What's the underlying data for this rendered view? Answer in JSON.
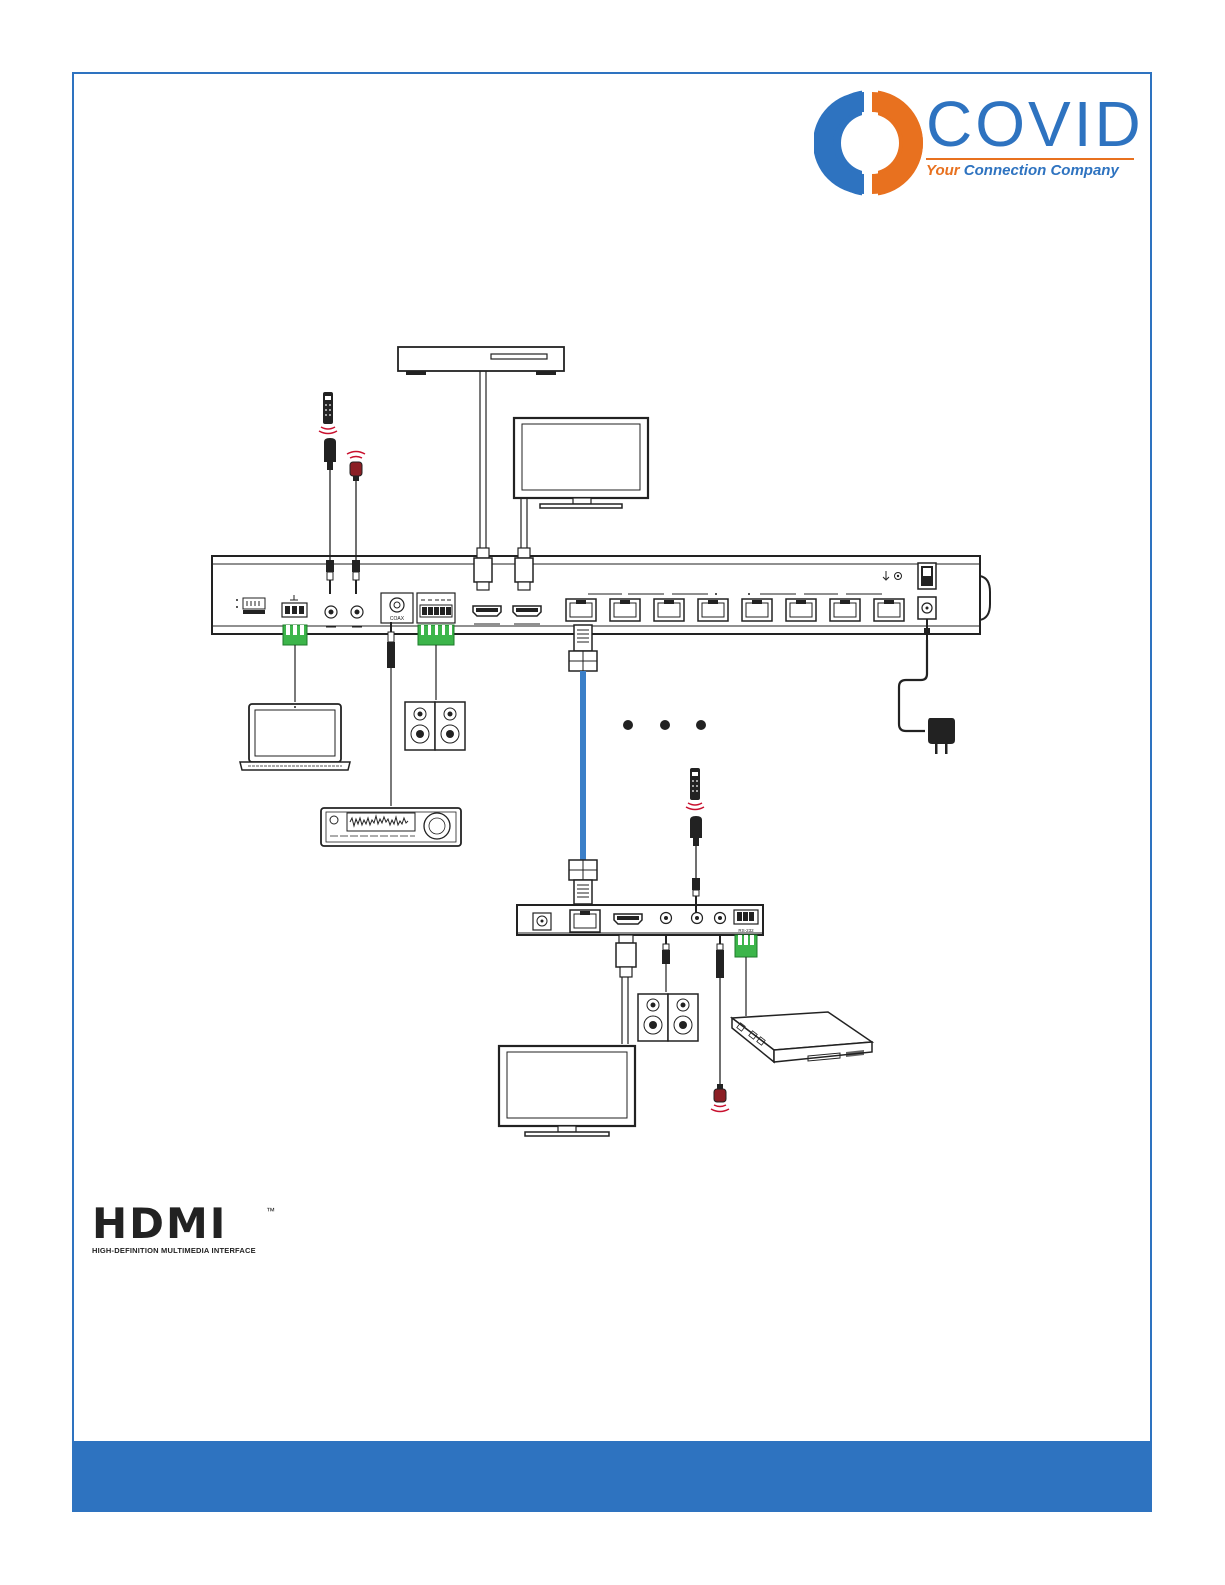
{
  "brand": {
    "name": "COVID",
    "tagline_word1": "Your",
    "tagline_rest": " Connection Company",
    "colors": {
      "blue": "#2e73c0",
      "orange": "#e8711f"
    }
  },
  "hdmi_logo": {
    "wordmark": "HDMI",
    "trademark": "™",
    "subtitle": "HIGH-DEFINITION MULTIMEDIA INTERFACE"
  },
  "labels": {
    "coax_port": "COAX",
    "rs232_port": "RS-232"
  },
  "icons": {
    "ir_remote": "remote-control-icon",
    "ir_emitter": "ir-emitter-icon",
    "power_adapter": "power-adapter-icon",
    "laptop": "laptop-icon",
    "speakers": "speaker-icon",
    "amplifier": "amplifier-icon",
    "tv": "tv-icon",
    "blu_ray": "media-player-icon",
    "switcher": "switcher-icon"
  },
  "colors": {
    "frame": "#2e73c0",
    "cat_cable": "#3b7fc8",
    "terminal_green": "#3cb54a",
    "ir_red": "#c8102e",
    "device_stroke": "#222222"
  }
}
